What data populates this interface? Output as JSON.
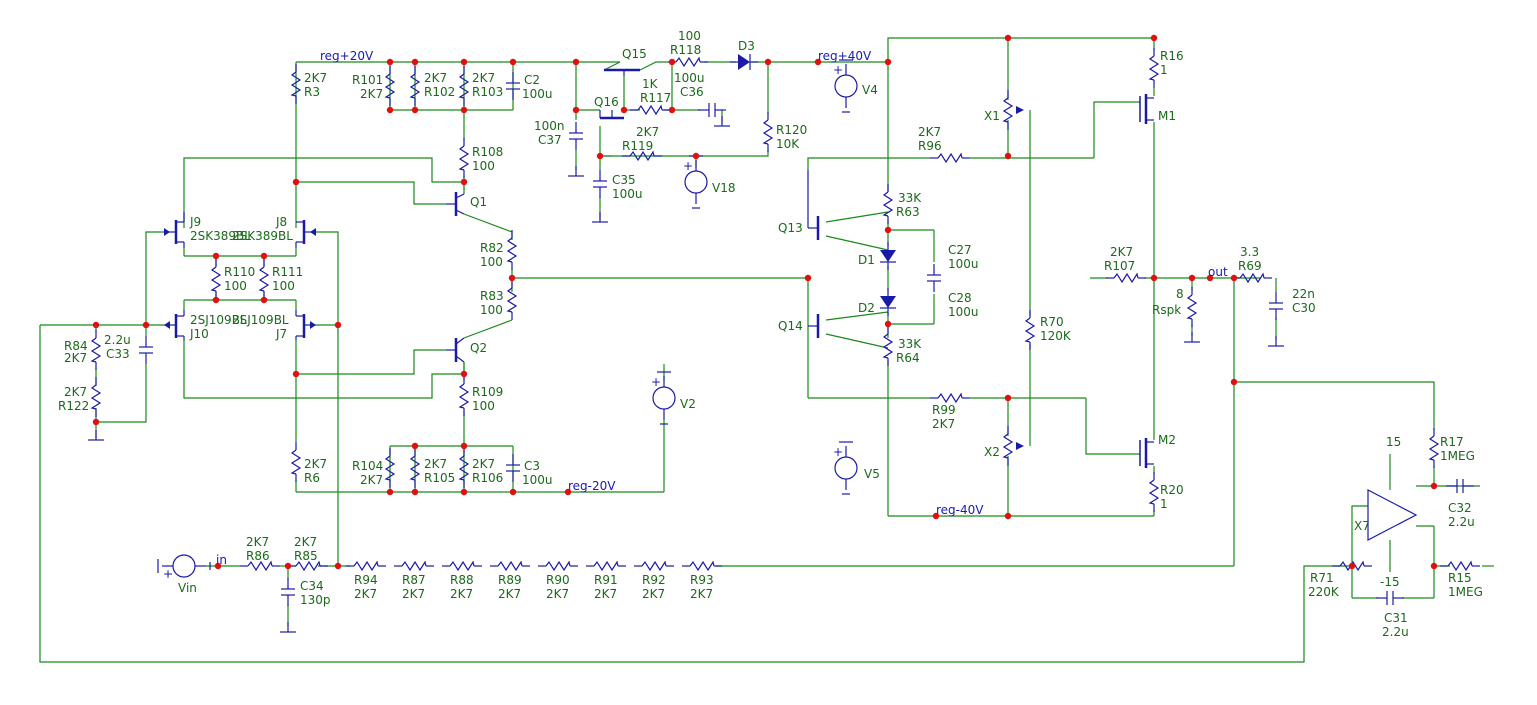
{
  "labels": {
    "R3": "R3",
    "R3v": "2K7",
    "R101": "R101",
    "R101v": "2K7",
    "R102v": "2K7",
    "R102": "R102",
    "R103v": "2K7",
    "R103": "R103",
    "C2": "C2",
    "C2v": "100u",
    "Q15": "Q15",
    "R118v": "100",
    "R118": "R118",
    "D3": "D3",
    "R117v": "1K",
    "R117": "R117",
    "Q16": "Q16",
    "C36v": "100u",
    "C36": "C36",
    "C37v": "100n",
    "C37": "C37",
    "R119v": "2K7",
    "R119": "R119",
    "C35": "C35",
    "C35v": "100u",
    "V18": "V18",
    "R120": "R120",
    "R120v": "10K",
    "V4": "V4",
    "R108": "R108",
    "R108v": "100",
    "Q1": "Q1",
    "J9": "J9",
    "J9v": "2SK389BL",
    "J8": "J8",
    "J8v": "2SK389BL",
    "R110": "R110",
    "R110v": "100",
    "R111": "R111",
    "R111v": "100",
    "J10": "J10",
    "J10v": "2SJ109BL",
    "J7": "J7",
    "J7v": "2SJ109BL",
    "R82": "R82",
    "R82v": "100",
    "R83": "R83",
    "R83v": "100",
    "Q2": "Q2",
    "R109": "R109",
    "R109v": "100",
    "R84": "R84",
    "R84v": "2K7",
    "C33v": "2.2u",
    "C33": "C33",
    "R122v": "2K7",
    "R122": "R122",
    "R6v": "2K7",
    "R6": "R6",
    "R104": "R104",
    "R104v": "2K7",
    "R105v": "2K7",
    "R105": "R105",
    "R106v": "2K7",
    "R106": "R106",
    "C3": "C3",
    "C3v": "100u",
    "V2": "V2",
    "X1": "X1",
    "R96v": "2K7",
    "R96": "R96",
    "Q13": "Q13",
    "R63v": "33K",
    "R63": "R63",
    "D1": "D1",
    "C27": "C27",
    "C27v": "100u",
    "D2": "D2",
    "C28": "C28",
    "C28v": "100u",
    "Q14": "Q14",
    "R64v": "33K",
    "R64": "R64",
    "R70": "R70",
    "R70v": "120K",
    "R99": "R99",
    "R99v": "2K7",
    "X2": "X2",
    "V5": "V5",
    "R16": "R16",
    "R16v": "1",
    "M1": "M1",
    "M2": "M2",
    "R20": "R20",
    "R20v": "1",
    "R107v": "2K7",
    "R107": "R107",
    "Rspkv": "8",
    "Rspk": "Rspk",
    "R69v": "3.3",
    "R69": "R69",
    "C30v": "22n",
    "C30": "C30",
    "R17": "R17",
    "R17v": "1MEG",
    "X7": "X7",
    "v15": "15",
    "vm15": "-15",
    "C32": "C32",
    "C32v": "2.2u",
    "R71": "R71",
    "R71v": "220K",
    "R15": "R15",
    "R15v": "1MEG",
    "C31": "C31",
    "C31v": "2.2u",
    "Vin": "Vin",
    "R86v": "2K7",
    "R86": "R86",
    "R85v": "2K7",
    "R85": "R85",
    "C34": "C34",
    "C34v": "130p",
    "R94": "R94",
    "R87": "R87",
    "R88": "R88",
    "R89": "R89",
    "R90": "R90",
    "R91": "R91",
    "R92": "R92",
    "R93": "R93",
    "K27": "2K7"
  },
  "nets": {
    "reg_p20": "reg+20V",
    "reg_p40": "reg+40V",
    "reg_m20": "reg-20V",
    "reg_m40": "reg-40V",
    "out": "out",
    "in": "in"
  },
  "colors": {
    "wire": "#1a8a1a",
    "component": "#1a1aa8",
    "junction": "#e01010",
    "label": "#1a6a1a",
    "net": "#1a1ab0"
  }
}
